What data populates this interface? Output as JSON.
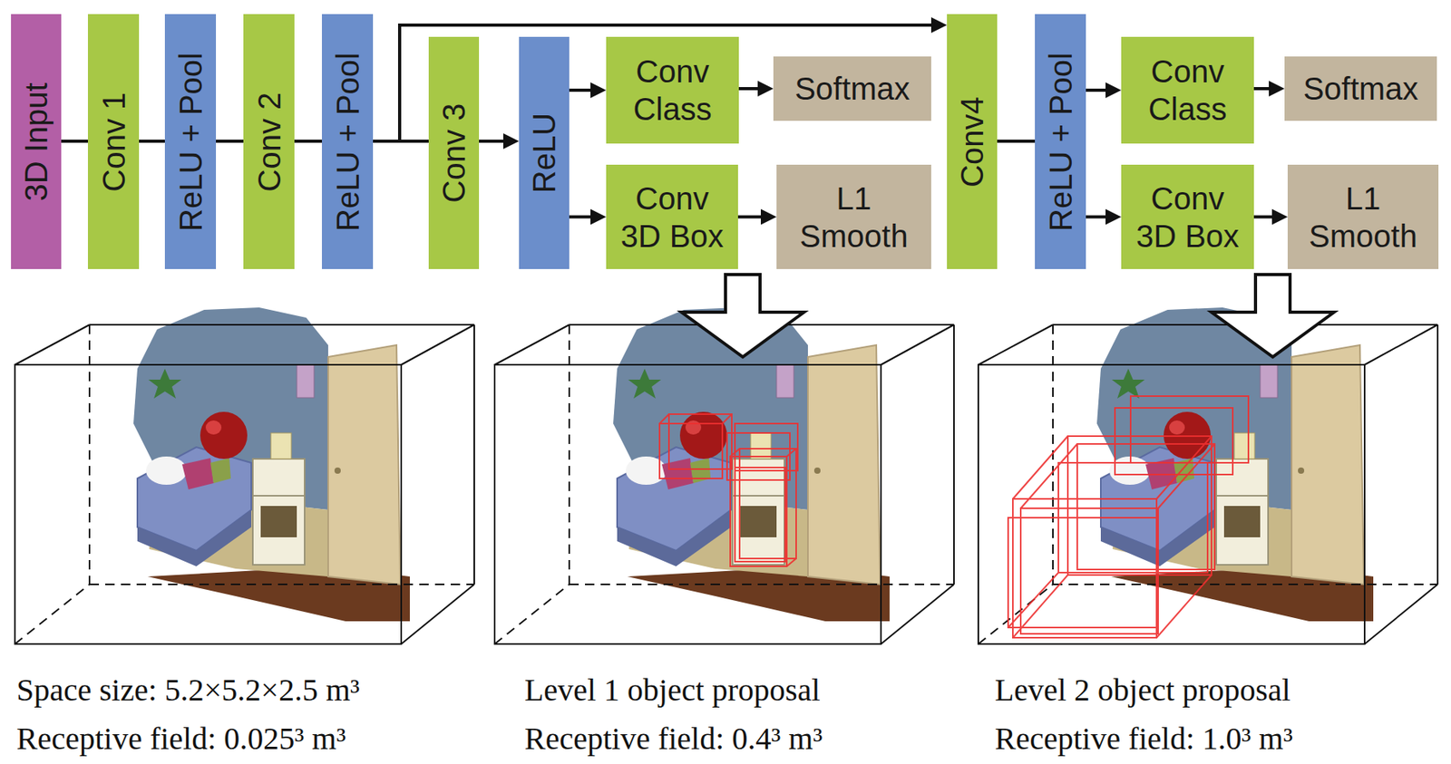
{
  "diagram": {
    "nodes": [
      {
        "text": [
          "3D Input"
        ]
      },
      {
        "text": [
          "Conv 1"
        ]
      },
      {
        "text": [
          "ReLU + Pool"
        ]
      },
      {
        "text": [
          "Conv 2"
        ]
      },
      {
        "text": [
          "ReLU + Pool"
        ]
      },
      {
        "text": [
          "Conv 3"
        ]
      },
      {
        "text": [
          "ReLU"
        ]
      },
      {
        "text": [
          "Conv Class"
        ]
      },
      {
        "text": [
          "Softmax"
        ]
      },
      {
        "text": [
          "Conv 3D Box"
        ]
      },
      {
        "text": [
          "L1 Smooth"
        ]
      },
      {
        "text": [
          "Conv4"
        ]
      },
      {
        "text": [
          "ReLU + Pool"
        ]
      },
      {
        "text": [
          "Conv Class"
        ]
      },
      {
        "text": [
          "Softmax"
        ]
      },
      {
        "text": [
          "Conv 3D Box"
        ]
      },
      {
        "text": [
          "L1 Smooth"
        ]
      }
    ],
    "edges": [
      {
        "from": 0,
        "to": 1,
        "arrow": "none"
      },
      {
        "from": 1,
        "to": 2,
        "arrow": "none"
      },
      {
        "from": 2,
        "to": 3,
        "arrow": "none"
      },
      {
        "from": 3,
        "to": 4,
        "arrow": "none"
      },
      {
        "from": 4,
        "to": 5,
        "arrow": "none"
      },
      {
        "from": 5,
        "to": 6,
        "arrow": "to"
      },
      {
        "from": 6,
        "to": 7,
        "arrow": "to"
      },
      {
        "from": 6,
        "to": 9,
        "arrow": "to"
      },
      {
        "from": 7,
        "to": 8,
        "arrow": "to"
      },
      {
        "from": 9,
        "to": 10,
        "arrow": "to"
      },
      {
        "from": 4,
        "to": 11,
        "arrow": "to"
      },
      {
        "from": 11,
        "to": 12,
        "arrow": "none"
      },
      {
        "from": 12,
        "to": 13,
        "arrow": "to"
      },
      {
        "from": 12,
        "to": 15,
        "arrow": "to"
      },
      {
        "from": 13,
        "to": 14,
        "arrow": "to"
      },
      {
        "from": 15,
        "to": 16,
        "arrow": "to"
      }
    ],
    "labels": [
      "Space size: 5.2×5.2×2.5 m³",
      "Receptive field: 0.025³ m³",
      "Level 1 object proposal",
      "Receptive field: 0.4³ m³",
      "Level 2 object proposal",
      "Receptive field: 1.0³ m³"
    ]
  }
}
